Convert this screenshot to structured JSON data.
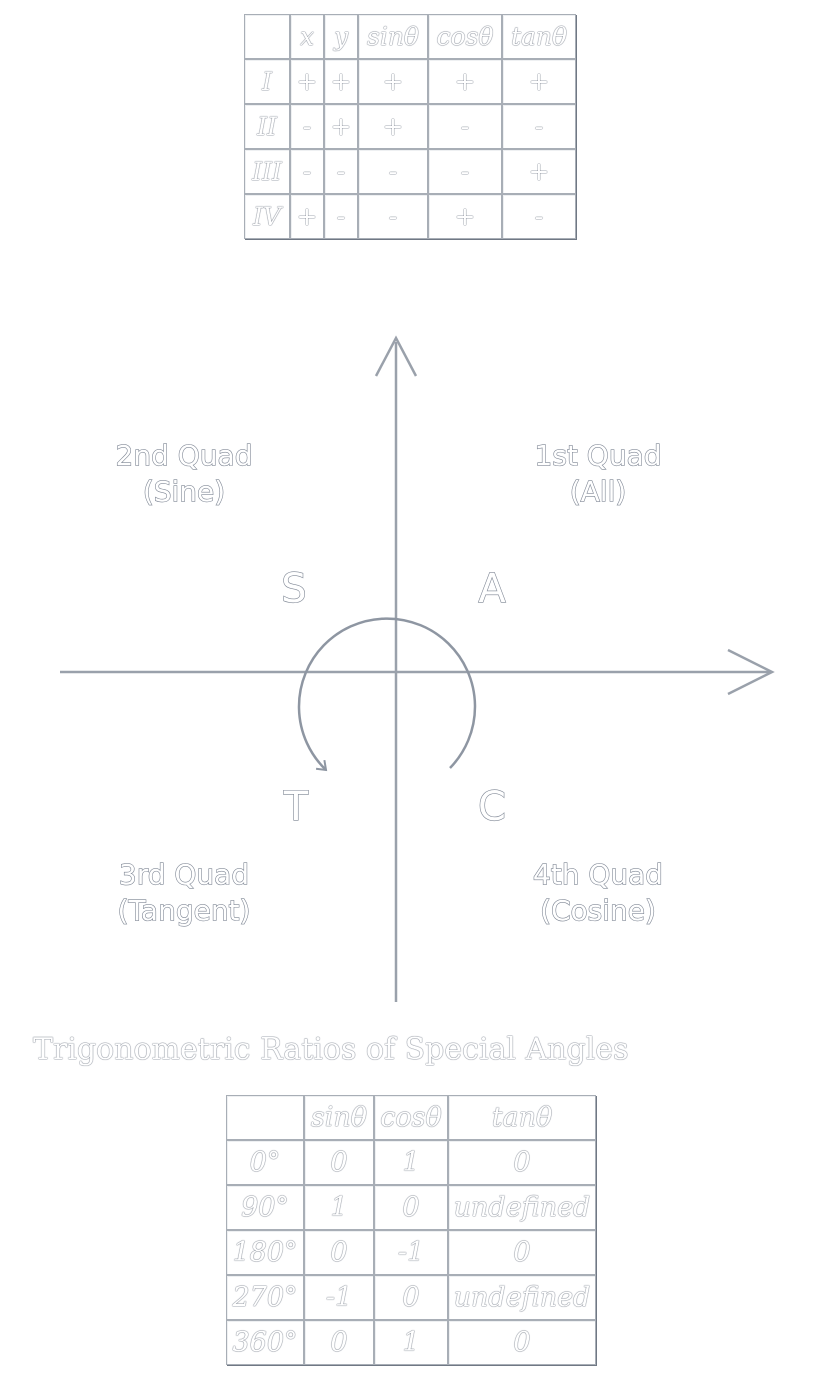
{
  "sign_table": {
    "headers": [
      "",
      "x",
      "y",
      "sinθ",
      "cosθ",
      "tanθ"
    ],
    "rows": [
      [
        "I",
        "+",
        "+",
        "+",
        "+",
        "+"
      ],
      [
        "II",
        "-",
        "+",
        "+",
        "-",
        "-"
      ],
      [
        "III",
        "-",
        "-",
        "-",
        "-",
        "+"
      ],
      [
        "IV",
        "+",
        "-",
        "-",
        "+",
        "-"
      ]
    ]
  },
  "quadrant_diagram": {
    "quad1": {
      "line1": "1st Quad",
      "line2": "(All)",
      "letter": "A"
    },
    "quad2": {
      "line1": "2nd Quad",
      "line2": "(Sine)",
      "letter": "S"
    },
    "quad3": {
      "line1": "3rd Quad",
      "line2": "(Tangent)",
      "letter": "T"
    },
    "quad4": {
      "line1": "4th Quad",
      "line2": "(Cosine)",
      "letter": "C"
    }
  },
  "special_angles": {
    "title": "Trigonometric Ratios of Special Angles",
    "headers": [
      "",
      "sinθ",
      "cosθ",
      "tanθ"
    ],
    "rows": [
      [
        "0°",
        "0",
        "1",
        "0"
      ],
      [
        "90°",
        "1",
        "0",
        "undefined"
      ],
      [
        "180°",
        "0",
        "-1",
        "0"
      ],
      [
        "270°",
        "-1",
        "0",
        "undefined"
      ],
      [
        "360°",
        "0",
        "1",
        "0"
      ]
    ]
  },
  "colors": {
    "background": "#ffffff",
    "outline": "#596271",
    "axis": "#9aa1ab"
  }
}
